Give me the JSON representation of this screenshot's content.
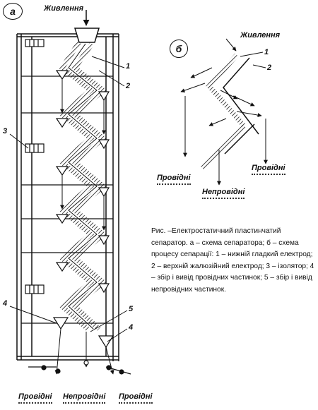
{
  "panel_a": {
    "badge": "а",
    "feed_label": "Живлення",
    "callouts": [
      "1",
      "2",
      "3",
      "4",
      "5",
      "4"
    ],
    "outputs": [
      "Провідні",
      "Непровідні",
      "Провідні"
    ]
  },
  "panel_b": {
    "badge": "б",
    "feed_label": "Живлення",
    "callouts": [
      "1",
      "2"
    ],
    "outputs": [
      "Провідні",
      "Непровідні",
      "Провідні"
    ]
  },
  "caption": "Рис. –Електростатичний пластинчатий сепаратор. а – схема сепаратора; б – схема процесу сепарації: 1 – нижній гладкий електрод; 2 – верхній жалюзійний електрод; 3 – ізолятор; 4 – збір і вивід провідних частинок; 5 – збір і вивід непровідних частинок."
}
